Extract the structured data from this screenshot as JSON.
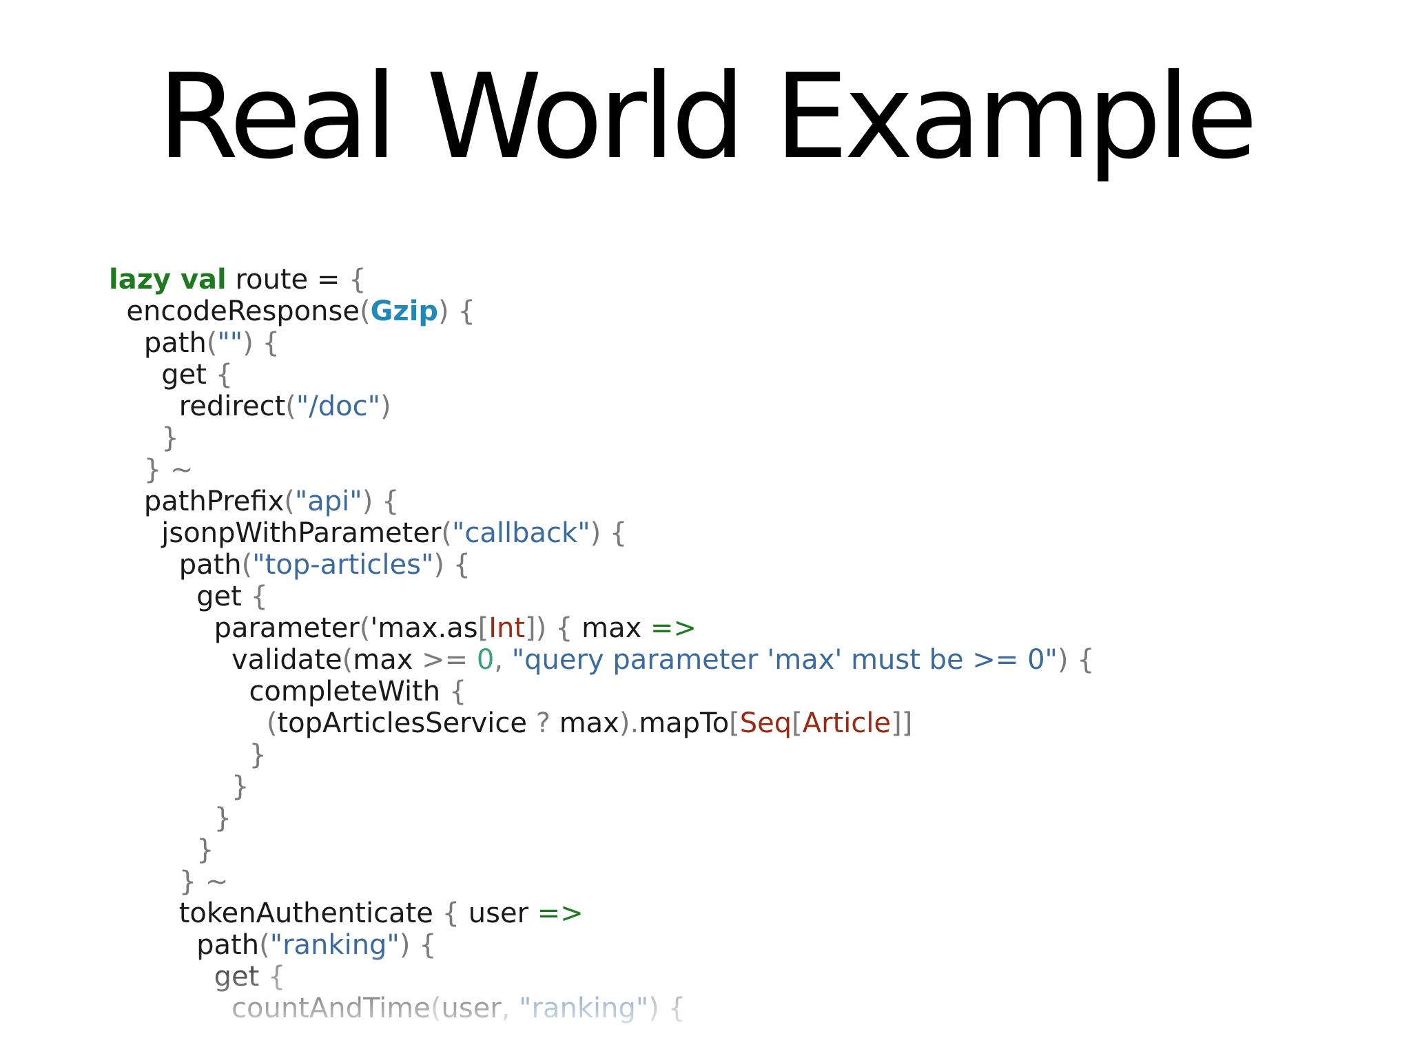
{
  "slide": {
    "title": "Real World Example"
  },
  "code": {
    "lines": [
      [
        [
          "kw",
          "lazy val"
        ],
        [
          "plain",
          " route "
        ],
        [
          "plain",
          "= "
        ],
        [
          "pun",
          "{"
        ]
      ],
      [
        [
          "plain",
          "  encodeResponse"
        ],
        [
          "pun",
          "("
        ],
        [
          "cls",
          "Gzip"
        ],
        [
          "pun",
          ") {"
        ]
      ],
      [
        [
          "plain",
          "    path"
        ],
        [
          "pun",
          "("
        ],
        [
          "str",
          "\"\""
        ],
        [
          "pun",
          ") {"
        ]
      ],
      [
        [
          "plain",
          "      get "
        ],
        [
          "pun",
          "{"
        ]
      ],
      [
        [
          "plain",
          "        redirect"
        ],
        [
          "pun",
          "("
        ],
        [
          "str",
          "\"/doc\""
        ],
        [
          "pun",
          ")"
        ]
      ],
      [
        [
          "pun",
          "      }"
        ]
      ],
      [
        [
          "pun",
          "    } ~"
        ]
      ],
      [
        [
          "plain",
          "    pathPrefix"
        ],
        [
          "pun",
          "("
        ],
        [
          "str",
          "\"api\""
        ],
        [
          "pun",
          ") {"
        ]
      ],
      [
        [
          "plain",
          "      jsonpWithParameter"
        ],
        [
          "pun",
          "("
        ],
        [
          "str",
          "\"callback\""
        ],
        [
          "pun",
          ") {"
        ]
      ],
      [
        [
          "plain",
          "        path"
        ],
        [
          "pun",
          "("
        ],
        [
          "str",
          "\"top-articles\""
        ],
        [
          "pun",
          ") {"
        ]
      ],
      [
        [
          "plain",
          "          get "
        ],
        [
          "pun",
          "{"
        ]
      ],
      [
        [
          "plain",
          "            parameter"
        ],
        [
          "pun",
          "("
        ],
        [
          "plain",
          "'max.as"
        ],
        [
          "pun",
          "["
        ],
        [
          "typ",
          "Int"
        ],
        [
          "pun",
          "]) { "
        ],
        [
          "plain",
          "max "
        ],
        [
          "arrow",
          "=>"
        ]
      ],
      [
        [
          "plain",
          "              validate"
        ],
        [
          "pun",
          "("
        ],
        [
          "plain",
          "max "
        ],
        [
          "pun",
          ">= "
        ],
        [
          "num",
          "0"
        ],
        [
          "pun",
          ", "
        ],
        [
          "str",
          "\"query parameter 'max' must be >= 0\""
        ],
        [
          "pun",
          ") {"
        ]
      ],
      [
        [
          "plain",
          "                completeWith "
        ],
        [
          "pun",
          "{"
        ]
      ],
      [
        [
          "pun",
          "                  ("
        ],
        [
          "plain",
          "topArticlesService "
        ],
        [
          "pun",
          "? "
        ],
        [
          "plain",
          "max"
        ],
        [
          "pun",
          ")."
        ],
        [
          "plain",
          "mapTo"
        ],
        [
          "pun",
          "["
        ],
        [
          "typ",
          "Seq"
        ],
        [
          "pun",
          "["
        ],
        [
          "typ",
          "Article"
        ],
        [
          "pun",
          "]]"
        ]
      ],
      [
        [
          "pun",
          "                }"
        ]
      ],
      [
        [
          "pun",
          "              }"
        ]
      ],
      [
        [
          "pun",
          "            }"
        ]
      ],
      [
        [
          "pun",
          "          }"
        ]
      ],
      [
        [
          "pun",
          "        } ~"
        ]
      ],
      [
        [
          "plain",
          "        tokenAuthenticate "
        ],
        [
          "pun",
          "{ "
        ],
        [
          "plain",
          "user "
        ],
        [
          "arrow",
          "=>"
        ]
      ],
      [
        [
          "plain",
          "          path"
        ],
        [
          "pun",
          "("
        ],
        [
          "str",
          "\"ranking\""
        ],
        [
          "pun",
          ") {"
        ]
      ],
      [
        [
          "plain",
          "            get "
        ],
        [
          "pun",
          "{"
        ]
      ],
      [
        [
          "plain",
          "              countAndTime"
        ],
        [
          "pun",
          "("
        ],
        [
          "plain",
          "user"
        ],
        [
          "pun",
          ", "
        ],
        [
          "str",
          "\"ranking\""
        ],
        [
          "pun",
          ") {"
        ]
      ]
    ]
  },
  "colors": {
    "keyword": "#1e7a1e",
    "class": "#2089b8",
    "string": "#3a6a9e",
    "number": "#3aa07a",
    "type": "#9a2a14",
    "punctuation": "#7a7a7a"
  }
}
